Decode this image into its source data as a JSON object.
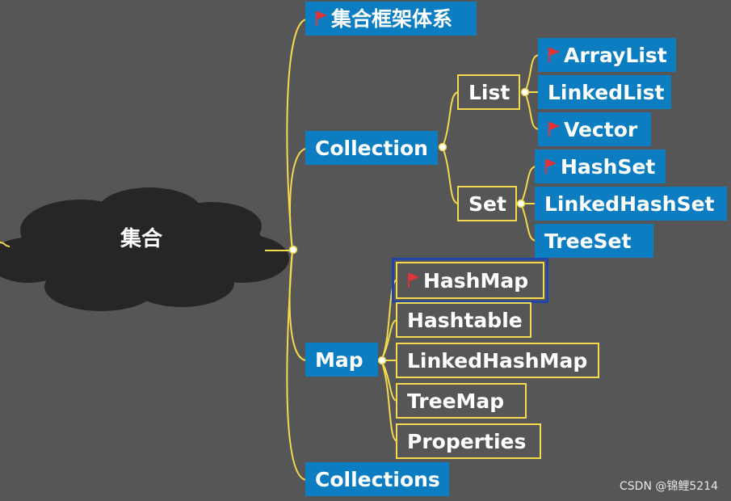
{
  "root": {
    "label": "集合"
  },
  "branches": {
    "framework": {
      "label": "集合框架体系"
    },
    "collection": {
      "label": "Collection",
      "list": {
        "label": "List",
        "items": [
          "ArrayList",
          "LinkedList",
          "Vector"
        ]
      },
      "set": {
        "label": "Set",
        "items": [
          "HashSet",
          "LinkedHashSet",
          "TreeSet"
        ]
      }
    },
    "map": {
      "label": "Map",
      "items": [
        "HashMap",
        "Hashtable",
        "LinkedHashMap",
        "TreeMap",
        "Properties"
      ]
    },
    "collections": {
      "label": "Collections"
    }
  },
  "flagged": [
    "集合框架体系",
    "ArrayList",
    "Vector",
    "HashSet",
    "HashMap"
  ],
  "watermark": "CSDN @锦鲤5214",
  "colors": {
    "background": "#565656",
    "node_fill": "#0b7dc0",
    "connector": "#f2d94e",
    "cloud": "#262626",
    "flag": "#e0343a",
    "selection": "#1f45a6"
  },
  "icons": {
    "flag": "red-flag-icon",
    "collapse": "collapse-dot-icon"
  }
}
